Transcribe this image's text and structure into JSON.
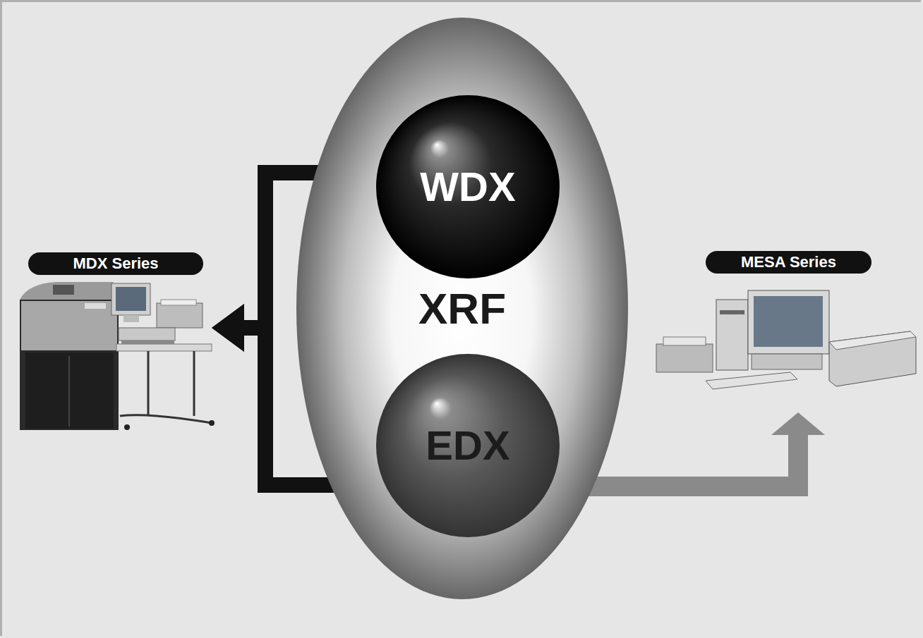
{
  "diagram": {
    "nodes": [
      {
        "text": [
          "XRF"
        ]
      },
      {
        "text": [
          "WDX"
        ],
        "in": 0
      },
      {
        "text": [
          "EDX"
        ],
        "in": 0
      },
      {
        "text": [
          "MDX Series"
        ]
      },
      {
        "text": [
          "MESA Series"
        ]
      }
    ],
    "edges": [
      {
        "from": 1,
        "to": 3,
        "arrow": "to"
      },
      {
        "from": 2,
        "to": 3,
        "arrow": "to"
      },
      {
        "from": 2,
        "to": 4,
        "arrow": "to"
      }
    ]
  }
}
